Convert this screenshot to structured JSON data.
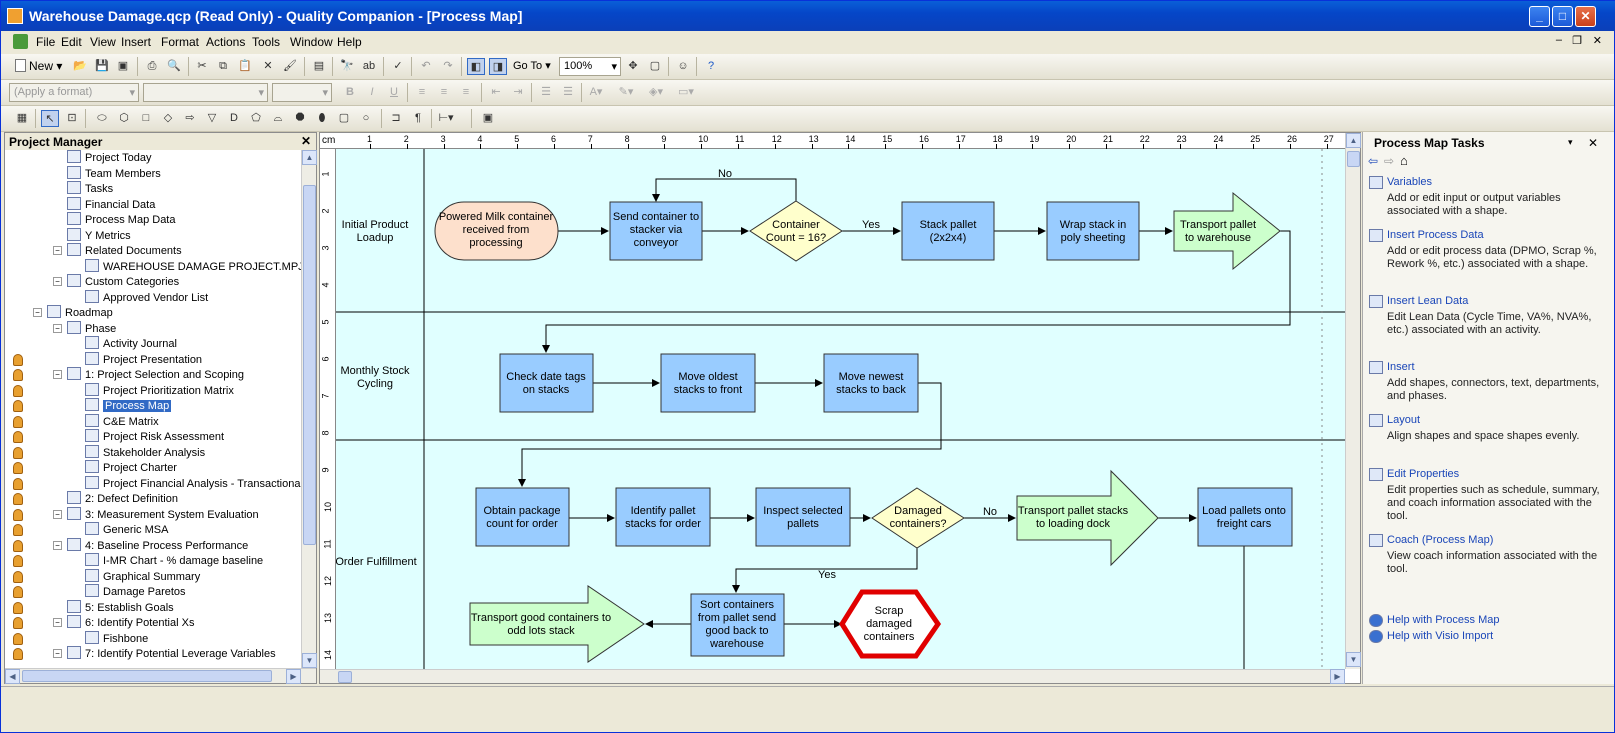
{
  "window": {
    "title": "Warehouse Damage.qcp (Read Only) - Quality Companion - [Process Map]"
  },
  "menu": [
    "File",
    "Edit",
    "View",
    "Insert",
    "Format",
    "Actions",
    "Tools",
    "Window",
    "Help"
  ],
  "toolbar1": {
    "new_label": "New",
    "goto_label": "Go To",
    "zoom": "100%"
  },
  "toolbar2": {
    "format_placeholder": "(Apply a format)"
  },
  "project_manager": {
    "title": "Project Manager",
    "items": [
      {
        "label": "Project Today",
        "level": 3
      },
      {
        "label": "Team Members",
        "level": 3
      },
      {
        "label": "Tasks",
        "level": 3
      },
      {
        "label": "Financial Data",
        "level": 3
      },
      {
        "label": "Process Map Data",
        "level": 3
      },
      {
        "label": "Y Metrics",
        "level": 3
      },
      {
        "label": "Related Documents",
        "level": 3,
        "expander": "−"
      },
      {
        "label": "WAREHOUSE DAMAGE PROJECT.MPJ",
        "level": 4
      },
      {
        "label": "Custom Categories",
        "level": 3,
        "expander": "−"
      },
      {
        "label": "Approved Vendor List",
        "level": 4
      },
      {
        "label": "Roadmap",
        "level": 2,
        "expander": "−"
      },
      {
        "label": "Phase",
        "level": 3,
        "expander": "−"
      },
      {
        "label": "Activity Journal",
        "level": 4
      },
      {
        "label": "Project Presentation",
        "level": 4,
        "coach": true
      },
      {
        "label": "1: Project Selection and Scoping",
        "level": 3,
        "expander": "−",
        "coach": true
      },
      {
        "label": "Project Prioritization Matrix",
        "level": 4,
        "coach": true
      },
      {
        "label": "Process Map",
        "level": 4,
        "coach": true,
        "selected": true
      },
      {
        "label": "C&E Matrix",
        "level": 4,
        "coach": true
      },
      {
        "label": "Project Risk Assessment",
        "level": 4,
        "coach": true
      },
      {
        "label": "Stakeholder Analysis",
        "level": 4,
        "coach": true
      },
      {
        "label": "Project Charter",
        "level": 4,
        "coach": true
      },
      {
        "label": "Project Financial Analysis - Transactional",
        "level": 4,
        "coach": true
      },
      {
        "label": "2: Defect Definition",
        "level": 3,
        "coach": true
      },
      {
        "label": "3: Measurement System Evaluation",
        "level": 3,
        "expander": "−",
        "coach": true
      },
      {
        "label": "Generic MSA",
        "level": 4,
        "coach": true
      },
      {
        "label": "4: Baseline Process Performance",
        "level": 3,
        "expander": "−",
        "coach": true
      },
      {
        "label": "I-MR Chart - % damage baseline",
        "level": 4,
        "coach": true
      },
      {
        "label": "Graphical Summary",
        "level": 4,
        "coach": true
      },
      {
        "label": "Damage Paretos",
        "level": 4,
        "coach": true
      },
      {
        "label": "5: Establish Goals",
        "level": 3,
        "coach": true
      },
      {
        "label": "6: Identify Potential Xs",
        "level": 3,
        "expander": "−",
        "coach": true
      },
      {
        "label": "Fishbone",
        "level": 4,
        "coach": true
      },
      {
        "label": "7: Identify Potential Leverage Variables",
        "level": 3,
        "expander": "−",
        "coach": true
      }
    ]
  },
  "ruler": {
    "unit": "cm",
    "h_labels": [
      "1",
      "2",
      "3",
      "4",
      "5",
      "6",
      "7",
      "8",
      "9",
      "10",
      "11",
      "12",
      "13",
      "14",
      "15",
      "16",
      "17",
      "18",
      "19",
      "20",
      "21",
      "22",
      "23",
      "24",
      "25",
      "26",
      "27"
    ],
    "v_labels": [
      "1",
      "2",
      "3",
      "4",
      "5",
      "6",
      "7",
      "8",
      "9",
      "10",
      "11",
      "12",
      "13",
      "14"
    ]
  },
  "process_map": {
    "lanes": [
      "Initial Product Loadup",
      "Monthly Stock Cycling",
      "Order Fulfillment"
    ],
    "lane1_line1": "Initial Product",
    "lane1_line2": "Loadup",
    "lane2_line1": "Monthly Stock",
    "lane2_line2": "Cycling",
    "lane3": "Order Fulfillment",
    "shapes": {
      "start": [
        "Powered Milk container",
        "received from",
        "processing"
      ],
      "send": [
        "Send container to",
        "stacker via",
        "conveyor"
      ],
      "decision1": [
        "Container",
        "Count = 16?"
      ],
      "stack": [
        "Stack pallet",
        "(2x2x4)"
      ],
      "wrap": [
        "Wrap stack in",
        "poly sheeting"
      ],
      "transport1": [
        "Transport pallet",
        "to warehouse"
      ],
      "check": [
        "Check date tags",
        "on stacks"
      ],
      "oldest": [
        "Move oldest",
        "stacks to front"
      ],
      "newest": [
        "Move newest",
        "stacks to back"
      ],
      "obtain": [
        "Obtain package",
        "count for order"
      ],
      "identify": [
        "Identify pallet",
        "stacks for order"
      ],
      "inspect": [
        "Inspect selected",
        "pallets"
      ],
      "decision2": [
        "Damaged",
        "containers?"
      ],
      "transport2": [
        "Transport pallet stacks",
        "to loading dock"
      ],
      "load": [
        "Load pallets onto",
        "freight cars"
      ],
      "transport3": [
        "Transport good containers to",
        "odd lots stack"
      ],
      "sort": [
        "Sort containers",
        "from pallet send",
        "good back to",
        "warehouse"
      ],
      "scrap": [
        "Scrap",
        "damaged",
        "containers"
      ]
    },
    "labels": {
      "no1": "No",
      "yes1": "Yes",
      "no2": "No",
      "yes2": "Yes"
    }
  },
  "tasks": {
    "title": "Process Map Tasks",
    "items": [
      {
        "link": "Variables",
        "desc": "Add or edit input or output variables associated with a shape."
      },
      {
        "link": "Insert Process Data",
        "desc": "Add or edit process data (DPMO, Scrap %, Rework %, etc.) associated with a shape."
      },
      {
        "link": "Insert Lean Data",
        "desc": "Edit Lean Data (Cycle Time, VA%, NVA%, etc.) associated with an activity."
      },
      {
        "link": "Insert",
        "desc": "Add shapes, connectors, text, departments, and phases."
      },
      {
        "link": "Layout",
        "desc": "Align shapes and space shapes evenly."
      },
      {
        "link": "Edit Properties",
        "desc": "Edit properties such as schedule, summary, and coach information associated with the tool."
      },
      {
        "link": "Coach (Process Map)",
        "desc": "View coach information associated with the tool."
      }
    ],
    "help1": "Help with Process Map",
    "help2": "Help with Visio Import"
  }
}
